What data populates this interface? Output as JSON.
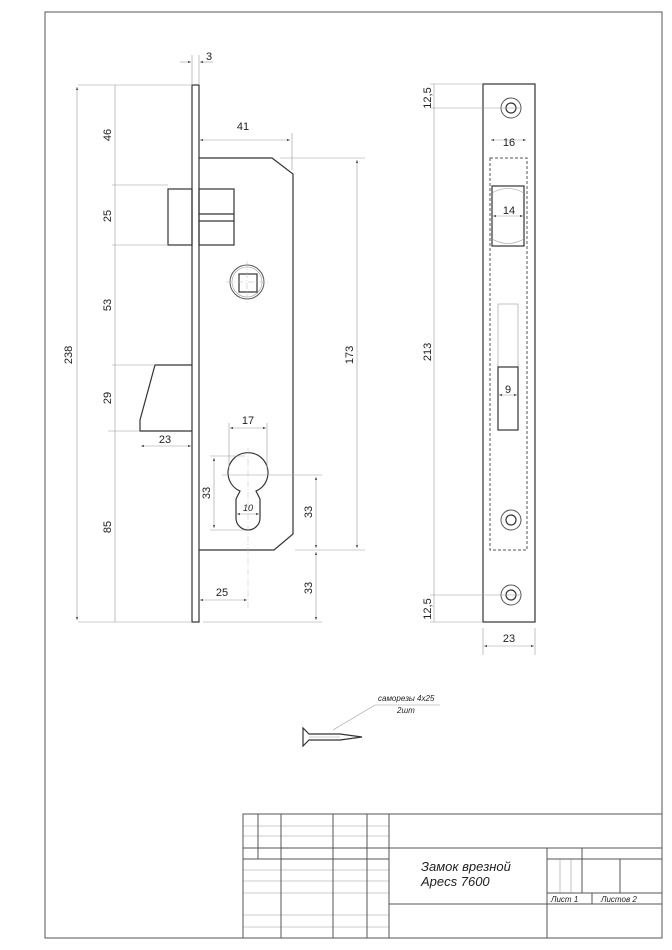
{
  "side_view": {
    "dims": {
      "plate_thickness": "3",
      "body_depth": "41",
      "height_total": "238",
      "to_bolt": "46",
      "bolt_height": "25",
      "bolt_to_latch": "53",
      "latch_height": "29",
      "latch_to_bottom": "85",
      "latch_projection": "23",
      "body_height": "173",
      "cyl_width": "17",
      "cyl_height": "33",
      "cyl_slot": "10",
      "cyl_to_body": "33",
      "body_to_end": "33",
      "backset": "25"
    }
  },
  "strike_plate": {
    "dims": {
      "top_margin": "12,5",
      "hole_spacing": "213",
      "bottom_margin": "12,5",
      "recess_width": "16",
      "bolt_hole": "14",
      "latch_hole": "9",
      "plate_width": "23"
    }
  },
  "screws": {
    "label": "саморезы 4x25",
    "qty": "2шт"
  },
  "title_block": {
    "title_line1": "Замок врезной",
    "title_line2": "Apecs 7600",
    "sheet": "Лист 1",
    "sheets_total": "Листов 2"
  }
}
